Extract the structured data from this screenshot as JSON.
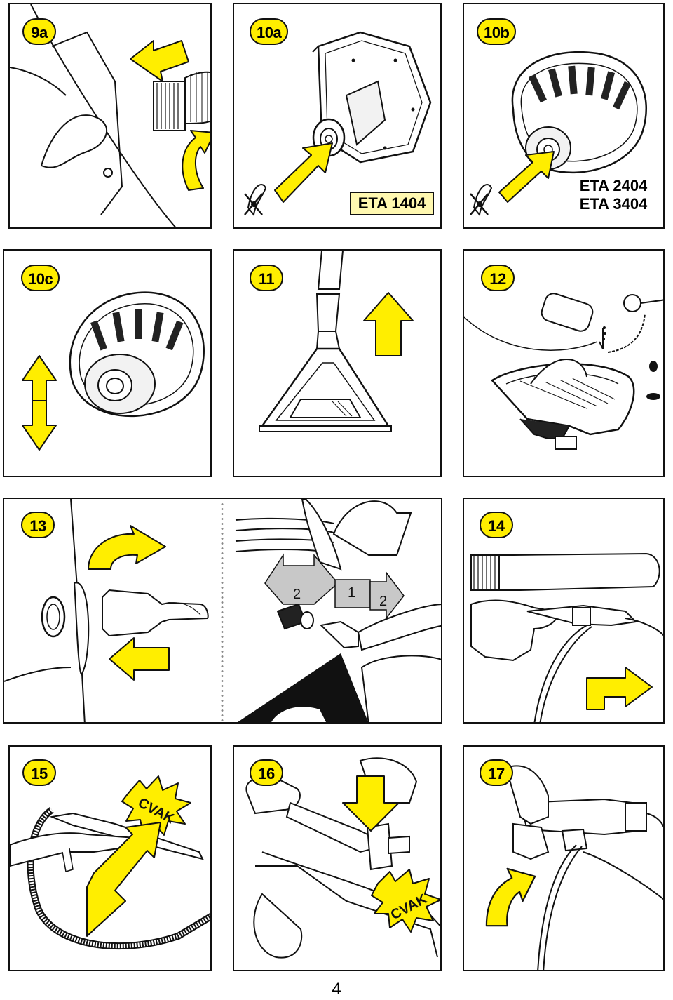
{
  "page": {
    "number": "4"
  },
  "colors": {
    "arrow_fill": "#ffee00",
    "badge_fill": "#ffee00",
    "label_fill": "#fff8b0",
    "ink": "#111111",
    "grey_arrow": "#c8c8c8"
  },
  "panels": {
    "p9a": {
      "step": "9a"
    },
    "p10a": {
      "step": "10a",
      "model": "ETA 1404"
    },
    "p10b": {
      "step": "10b",
      "model_line1": "ETA 2404",
      "model_line2": "ETA 3404"
    },
    "p10c": {
      "step": "10c"
    },
    "p11": {
      "step": "11"
    },
    "p12": {
      "step": "12"
    },
    "p13": {
      "step": "13",
      "callout_2a": "2",
      "callout_1": "1",
      "callout_2b": "2"
    },
    "p14": {
      "step": "14"
    },
    "p15": {
      "step": "15",
      "sound": "CVAK"
    },
    "p16": {
      "step": "16",
      "sound": "CVAK"
    },
    "p17": {
      "step": "17"
    }
  },
  "icons": [
    "yellow-arrow-icon",
    "no-hands-icon",
    "starburst-icon",
    "hose-icon",
    "nozzle-icon",
    "spray-gun-icon"
  ]
}
